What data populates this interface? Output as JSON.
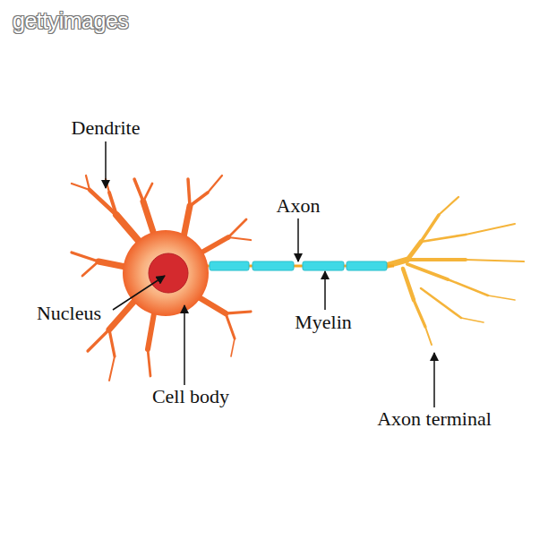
{
  "diagram": {
    "labels": [
      "gettyimages",
      "Dendrite",
      "Axon",
      "Nucleus",
      "Myelin",
      "Cell body",
      "Axon terminal"
    ]
  }
}
